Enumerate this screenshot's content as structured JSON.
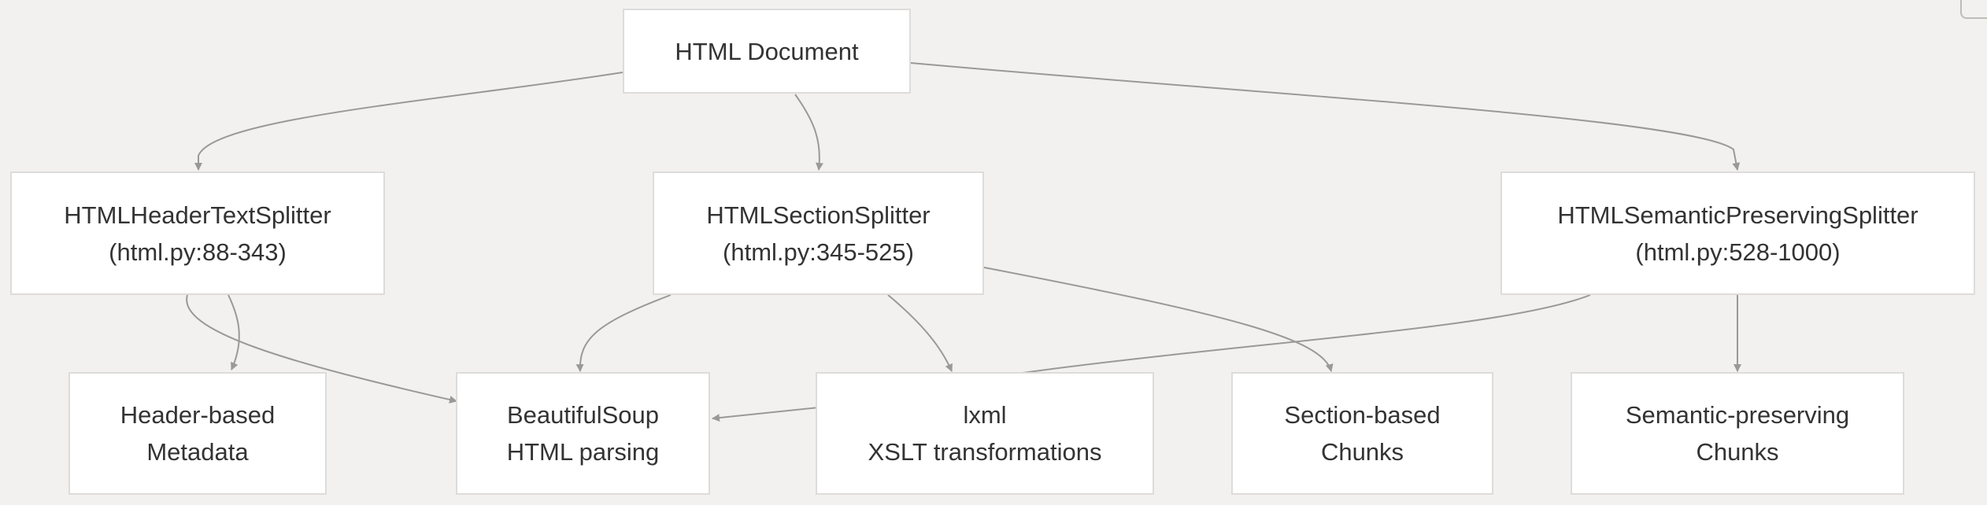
{
  "diagram": {
    "nodes": {
      "html_document": {
        "line1": "HTML Document"
      },
      "header_splitter": {
        "line1": "HTMLHeaderTextSplitter",
        "line2": "(html.py:88-343)"
      },
      "section_splitter": {
        "line1": "HTMLSectionSplitter",
        "line2": "(html.py:345-525)"
      },
      "semantic_splitter": {
        "line1": "HTMLSemanticPreservingSplitter",
        "line2": "(html.py:528-1000)"
      },
      "header_metadata": {
        "line1": "Header-based",
        "line2": "Metadata"
      },
      "beautifulsoup": {
        "line1": "BeautifulSoup",
        "line2": "HTML parsing"
      },
      "lxml": {
        "line1": "lxml",
        "line2": "XSLT transformations"
      },
      "section_chunks": {
        "line1": "Section-based",
        "line2": "Chunks"
      },
      "semantic_chunks": {
        "line1": "Semantic-preserving",
        "line2": "Chunks"
      }
    },
    "edges": [
      {
        "from": "html_document",
        "to": "header_splitter"
      },
      {
        "from": "html_document",
        "to": "section_splitter"
      },
      {
        "from": "html_document",
        "to": "semantic_splitter"
      },
      {
        "from": "header_splitter",
        "to": "header_metadata"
      },
      {
        "from": "header_splitter",
        "to": "beautifulsoup"
      },
      {
        "from": "section_splitter",
        "to": "beautifulsoup"
      },
      {
        "from": "section_splitter",
        "to": "lxml"
      },
      {
        "from": "section_splitter",
        "to": "section_chunks"
      },
      {
        "from": "semantic_splitter",
        "to": "beautifulsoup"
      },
      {
        "from": "semantic_splitter",
        "to": "semantic_chunks"
      }
    ],
    "colors": {
      "background": "#f2f1ef",
      "node_fill": "#ffffff",
      "node_border": "#dddcda",
      "edge": "#999999",
      "text": "#333333"
    }
  }
}
